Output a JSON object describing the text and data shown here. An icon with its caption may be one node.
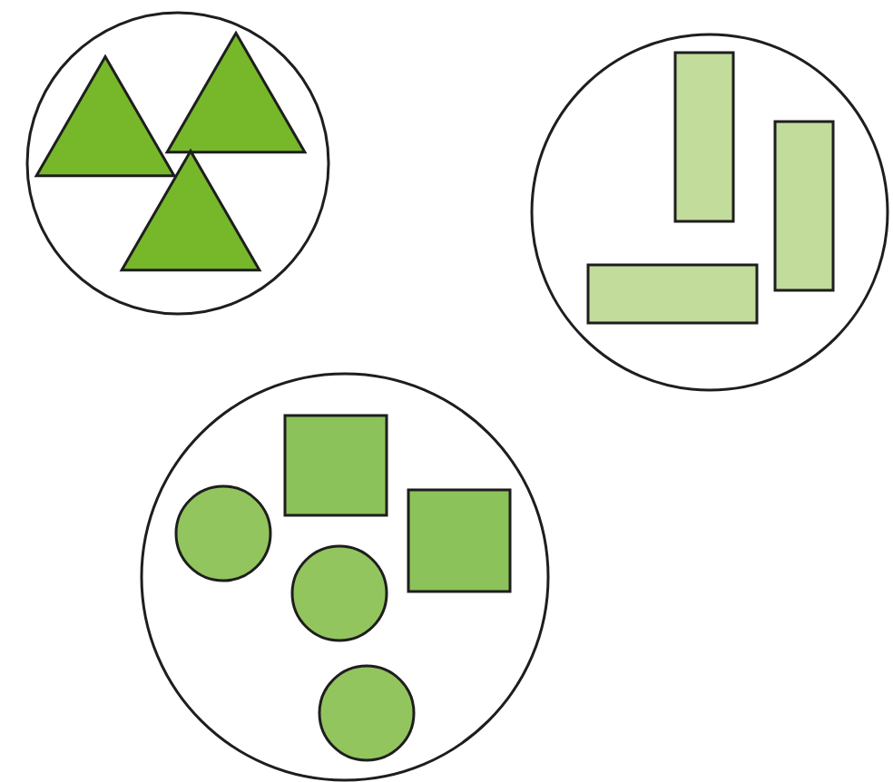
{
  "diagram": {
    "nodes": [
      {
        "text": [],
        "shape": "circle"
      },
      {
        "text": [],
        "shape": "triangle",
        "in": 0
      },
      {
        "text": [],
        "shape": "triangle",
        "in": 0
      },
      {
        "text": [],
        "shape": "triangle",
        "in": 0
      },
      {
        "text": [],
        "shape": "circle"
      },
      {
        "text": [],
        "shape": "bar",
        "in": 4
      },
      {
        "text": [],
        "shape": "bar",
        "in": 4
      },
      {
        "text": [],
        "shape": "bar",
        "in": 4
      },
      {
        "text": [],
        "shape": "circle"
      },
      {
        "text": [],
        "shape": "square",
        "in": 8
      },
      {
        "text": [],
        "shape": "circle",
        "in": 8
      },
      {
        "text": [],
        "shape": "square",
        "in": 8
      },
      {
        "text": [],
        "shape": "circle",
        "in": 8
      },
      {
        "text": [],
        "shape": "circle",
        "in": 8
      }
    ]
  }
}
